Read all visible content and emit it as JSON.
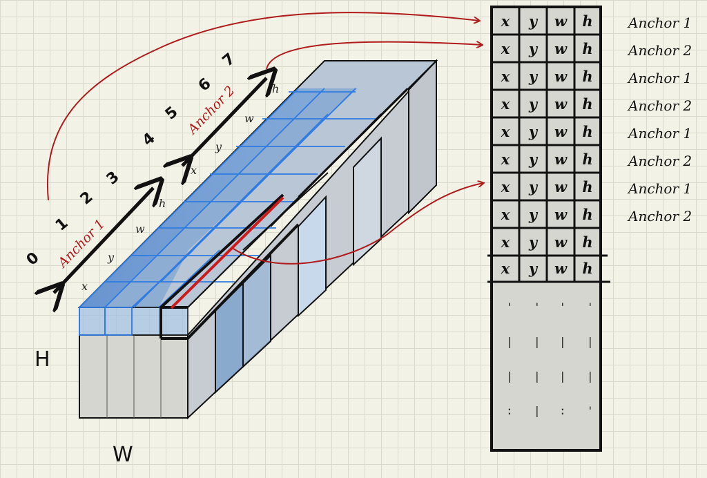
{
  "diagram": {
    "axis_labels": {
      "height": "H",
      "width": "W"
    },
    "channel_numbers": [
      "0",
      "1",
      "2",
      "3",
      "4",
      "5",
      "6",
      "7"
    ],
    "anchor_arrows": [
      {
        "label": "Anchor 1",
        "components": [
          "x",
          "y",
          "w",
          "h"
        ]
      },
      {
        "label": "Anchor 2",
        "components": [
          "x",
          "y",
          "w",
          "h"
        ]
      }
    ],
    "table": {
      "columns": [
        "x",
        "y",
        "w",
        "h"
      ],
      "rows": [
        {
          "cells": [
            "x",
            "y",
            "w",
            "h"
          ],
          "anchor": "Anchor 1"
        },
        {
          "cells": [
            "x",
            "y",
            "w",
            "h"
          ],
          "anchor": "Anchor 2"
        },
        {
          "cells": [
            "x",
            "y",
            "w",
            "h"
          ],
          "anchor": "Anchor 1"
        },
        {
          "cells": [
            "x",
            "y",
            "w",
            "h"
          ],
          "anchor": "Anchor 2"
        },
        {
          "cells": [
            "x",
            "y",
            "w",
            "h"
          ],
          "anchor": "Anchor 1"
        },
        {
          "cells": [
            "x",
            "y",
            "w",
            "h"
          ],
          "anchor": "Anchor 2"
        },
        {
          "cells": [
            "x",
            "y",
            "w",
            "h"
          ],
          "anchor": "Anchor 1"
        },
        {
          "cells": [
            "x",
            "y",
            "w",
            "h"
          ],
          "anchor": "Anchor 2"
        },
        {
          "cells": [
            "x",
            "y",
            "w",
            "h"
          ],
          "anchor": ""
        },
        {
          "cells": [
            "x",
            "y",
            "w",
            "h"
          ],
          "anchor": ""
        }
      ]
    },
    "colors": {
      "background": "#f3f2e6",
      "grid": "#d9d9cc",
      "block_face": "#d6d6d0",
      "blue_highlight": "#2f7be0",
      "red_annotation": "#b01b1b",
      "ink": "#111111"
    }
  }
}
